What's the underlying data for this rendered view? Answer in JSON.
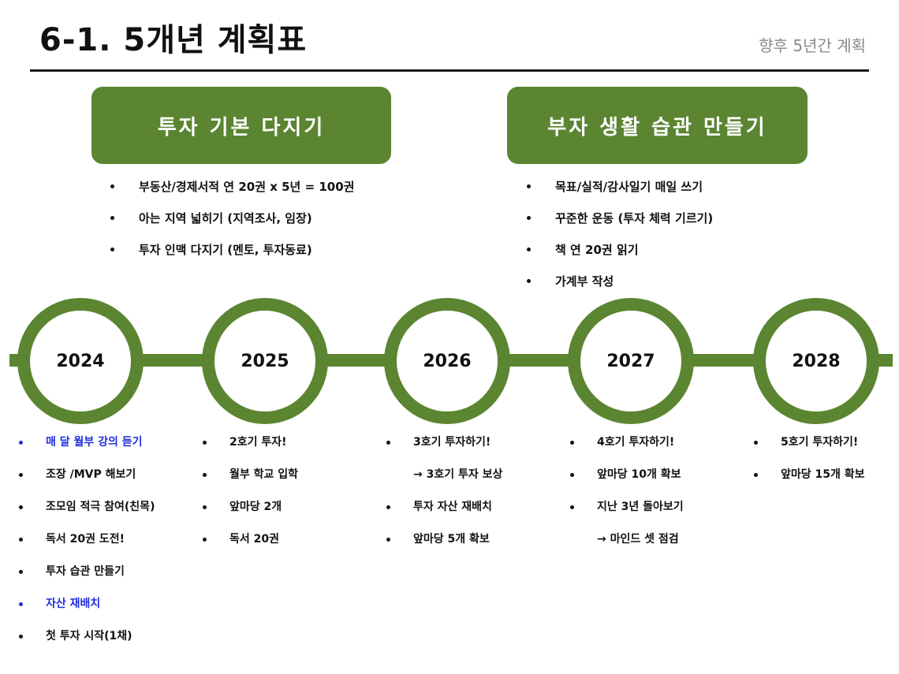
{
  "header": {
    "title": "6-1. 5개년 계획표",
    "subtitle": "향후 5년간 계획"
  },
  "goals": [
    {
      "heading": "투자 기본 다지기",
      "items": [
        "부동산/경제서적 연 20권 x 5년 = 100권",
        "아는 지역 넓히기 (지역조사, 임장)",
        "투자 인맥 다지기 (멘토, 투자동료)"
      ]
    },
    {
      "heading": "부자 생활 습관 만들기",
      "items": [
        "목표/실적/감사일기 매일 쓰기",
        "꾸준한 운동 (투자 체력 기르기)",
        "책 연 20권 읽기",
        "가계부 작성"
      ]
    }
  ],
  "timeline": {
    "years": [
      "2024",
      "2025",
      "2026",
      "2027",
      "2028"
    ],
    "columns": [
      [
        {
          "text": "매 달 월부 강의 듣기",
          "style": "blue"
        },
        {
          "text": "조장 /MVP 해보기",
          "style": ""
        },
        {
          "text": "조모임 적극 참여(친목)",
          "style": ""
        },
        {
          "text": "독서 20권 도전!",
          "style": ""
        },
        {
          "text": "투자 습관 만들기",
          "style": ""
        },
        {
          "text": "자산 재배치",
          "style": "blue"
        },
        {
          "text": "첫 투자 시작(1채)",
          "style": ""
        }
      ],
      [
        {
          "text": "2호기 투자!",
          "style": ""
        },
        {
          "text": "월부 학교 입학",
          "style": ""
        },
        {
          "text": "앞마당 2개",
          "style": ""
        },
        {
          "text": "독서 20권",
          "style": ""
        }
      ],
      [
        {
          "text": "3호기 투자하기!",
          "style": ""
        },
        {
          "text": "→ 3호기 투자 보상",
          "style": "sub"
        },
        {
          "text": "투자 자산 재배치",
          "style": ""
        },
        {
          "text": "앞마당 5개 확보",
          "style": ""
        }
      ],
      [
        {
          "text": "4호기 투자하기!",
          "style": ""
        },
        {
          "text": "앞마당 10개 확보",
          "style": ""
        },
        {
          "text": "지난 3년 돌아보기",
          "style": ""
        },
        {
          "text": "→ 마인드 셋 점검",
          "style": "sub"
        }
      ],
      [
        {
          "text": "5호기 투자하기!",
          "style": ""
        },
        {
          "text": "앞마당 15개 확보",
          "style": ""
        }
      ]
    ]
  },
  "colors": {
    "accent_green": "#5b8531",
    "highlight_blue": "#1f2ee0",
    "subtitle_gray": "#8a8a8a"
  }
}
